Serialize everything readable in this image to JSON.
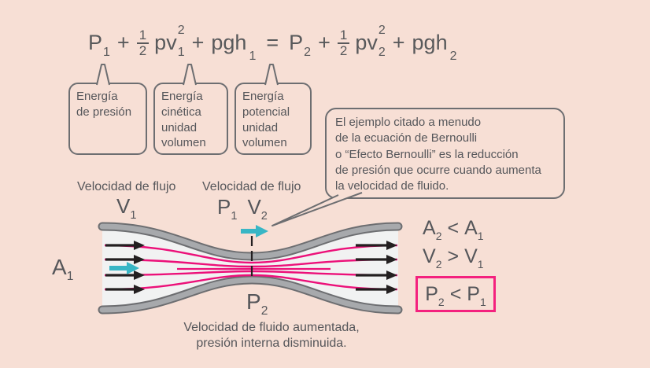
{
  "colors": {
    "background": "#f7dfd5",
    "text_gray": "#58595b",
    "outline_gray": "#6d6e71",
    "tube_wall": "#a7a9ac",
    "tube_interior": "#f1f2f2",
    "streamline_pink": "#ec1079",
    "highlight_box_pink": "#f4217e",
    "flow_arrow_black": "#231f20",
    "velocity_arrow_cyan": "#38b6c5"
  },
  "equation": {
    "lhs": {
      "p": {
        "base": "P",
        "sub": "1"
      },
      "plus1": "+",
      "frac": {
        "num": "1",
        "den": "2"
      },
      "rho_v": {
        "base": "pv",
        "sup": "2",
        "sub": "1"
      },
      "plus2": "+",
      "rho_gh": {
        "base": "pgh",
        "sub": "1"
      }
    },
    "equals": "=",
    "rhs": {
      "p": {
        "base": "P",
        "sub": "2"
      },
      "plus1": "+",
      "frac": {
        "num": "1",
        "den": "2"
      },
      "rho_v": {
        "base": "pv",
        "sup": "2",
        "sub": "2"
      },
      "plus2": "+",
      "rho_gh": {
        "base": "pgh",
        "sub": "2"
      }
    }
  },
  "callouts": [
    {
      "text": "Energía\nde presión"
    },
    {
      "text": "Energía\ncinética\nunidad\nvolumen"
    },
    {
      "text": "Energía\npotencial\nunidad\nvolumen"
    }
  ],
  "bubble": {
    "text": "El ejemplo citado a menudo\nde la ecuación de Bernoulli\no “Efecto Bernoulli” es la reducción\nde presión que ocurre cuando aumenta\nla velocidad de fluido."
  },
  "tube": {
    "flow_label_left": "Velocidad de flujo",
    "flow_label_right": "Velocidad de flujo",
    "v1": {
      "base": "V",
      "sub": "1"
    },
    "p1": {
      "base": "P",
      "sub": "1"
    },
    "v2": {
      "base": "V",
      "sub": "2"
    },
    "a1": {
      "base": "A",
      "sub": "1"
    },
    "p2": {
      "base": "P",
      "sub": "2"
    }
  },
  "relations": [
    {
      "lhs": {
        "base": "A",
        "sub": "2"
      },
      "op": "<",
      "rhs": {
        "base": "A",
        "sub": "1"
      }
    },
    {
      "lhs": {
        "base": "V",
        "sub": "2"
      },
      "op": ">",
      "rhs": {
        "base": "V",
        "sub": "1"
      }
    },
    {
      "lhs": {
        "base": "P",
        "sub": "2"
      },
      "op": "<",
      "rhs": {
        "base": "P",
        "sub": "1"
      }
    }
  ],
  "caption": {
    "text": "Velocidad de fluido aumentada,\npresión interna disminuida."
  }
}
